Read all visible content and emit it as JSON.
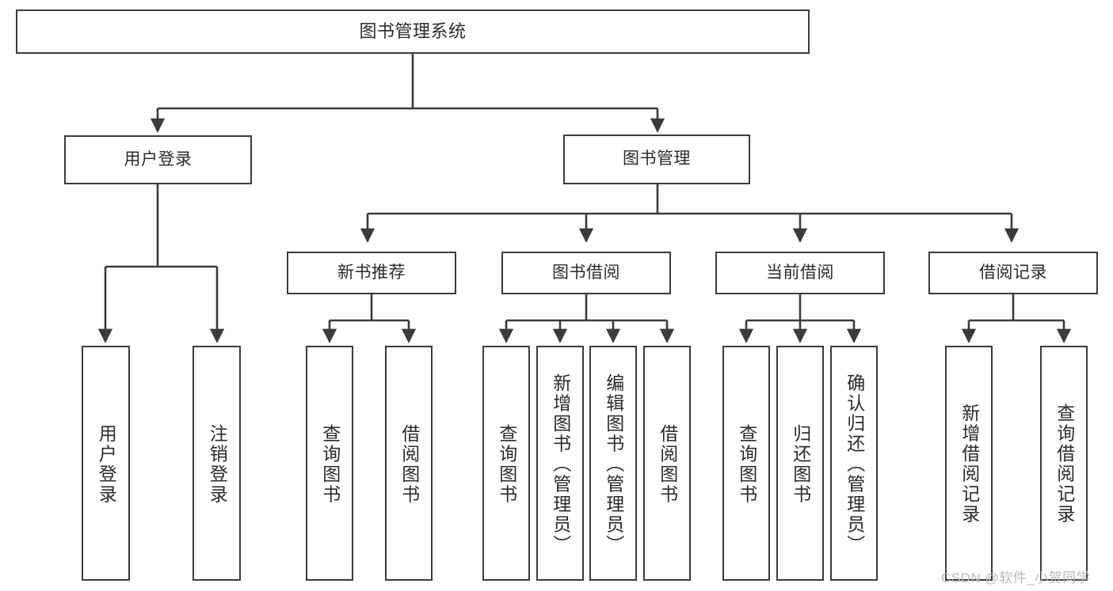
{
  "diagram": {
    "title": "图书管理系统",
    "type": "hierarchy-tree",
    "line_color": "#3b3b3b",
    "box_fill": "#ffffff",
    "text_color": "#2b2b2b",
    "root": {
      "label": "图书管理系统",
      "children": [
        {
          "label": "用户登录",
          "children": [
            {
              "label": "用户登录"
            },
            {
              "label": "注销登录"
            }
          ]
        },
        {
          "label": "图书管理",
          "children": [
            {
              "label": "新书推荐",
              "children": [
                {
                  "label": "查询图书"
                },
                {
                  "label": "借阅图书"
                }
              ]
            },
            {
              "label": "图书借阅",
              "children": [
                {
                  "label": "查询图书"
                },
                {
                  "label": "新增图书（管理员）"
                },
                {
                  "label": "编辑图书（管理员）"
                },
                {
                  "label": "借阅图书"
                }
              ]
            },
            {
              "label": "当前借阅",
              "children": [
                {
                  "label": "查询图书"
                },
                {
                  "label": "归还图书"
                },
                {
                  "label": "确认归还（管理员）"
                }
              ]
            },
            {
              "label": "借阅记录",
              "children": [
                {
                  "label": "新增借阅记录"
                },
                {
                  "label": "查询借阅记录"
                }
              ]
            }
          ]
        }
      ]
    }
  },
  "watermark": {
    "text": "CSDN @软件_小贺同学",
    "color": "#b9b9b9"
  }
}
